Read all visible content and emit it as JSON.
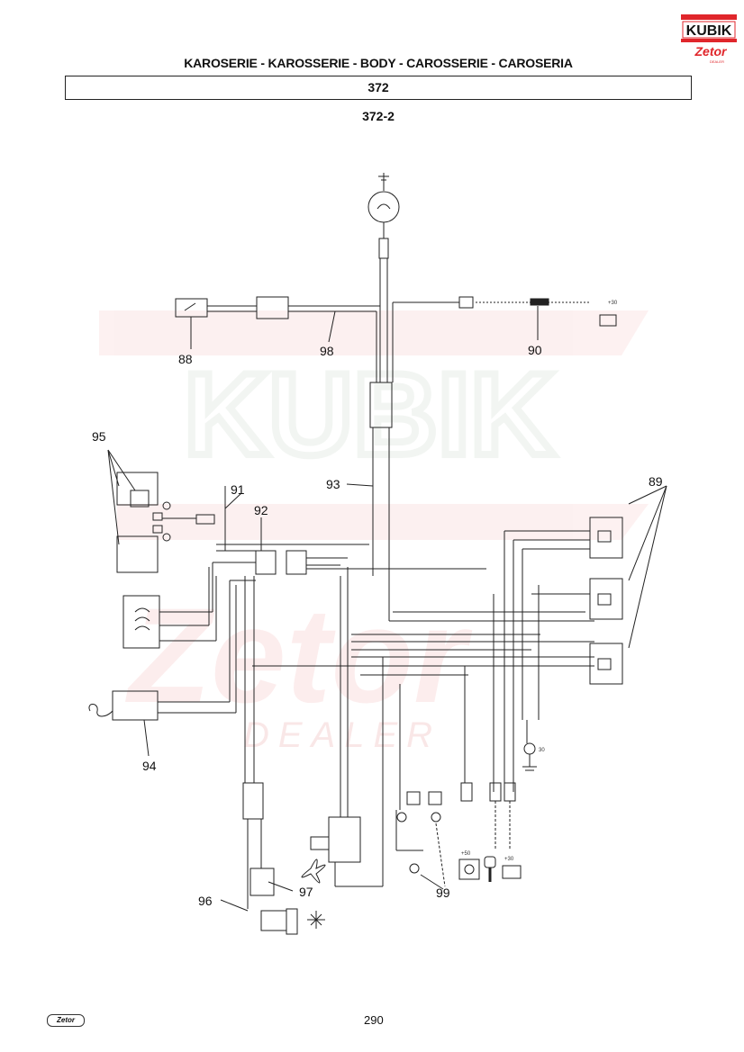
{
  "logo": {
    "brand_top": "KUBIK",
    "brand_bottom": "Zetor",
    "brand_tag": "DEALER",
    "accent": "#e0262b"
  },
  "header": {
    "title": "KAROSERIE - KAROSSERIE - BODY - CAROSSERIE - CAROSERIA",
    "group_number": "372",
    "figure_number": "372-2"
  },
  "watermark": {
    "text_top": "KUBIK",
    "text_bottom": "Zetor",
    "tag": "DEALER"
  },
  "callouts": {
    "c88": "88",
    "c98": "98",
    "c90": "90",
    "c95": "95",
    "c91": "91",
    "c92": "92",
    "c93": "93",
    "c89": "89",
    "c94": "94",
    "c96": "96",
    "c97": "97",
    "c99": "99"
  },
  "terminal_labels": {
    "battery": "+30",
    "ground": "30",
    "switch": "+50",
    "key_feed": "+30"
  },
  "footer": {
    "page_number": "290",
    "brand": "Zetor"
  }
}
